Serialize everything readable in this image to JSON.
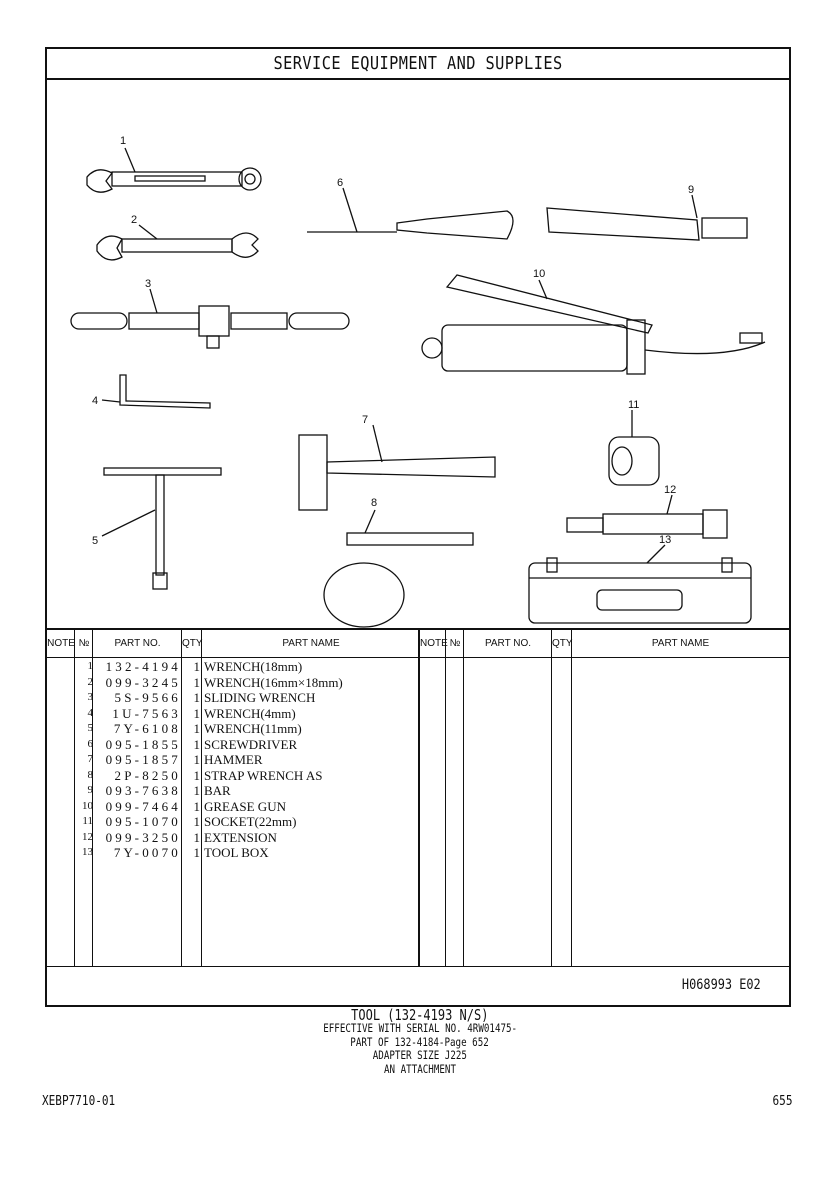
{
  "title": "SERVICE EQUIPMENT AND SUPPLIES",
  "callouts": [
    "1",
    "2",
    "3",
    "4",
    "5",
    "6",
    "7",
    "8",
    "9",
    "10",
    "11",
    "12",
    "13"
  ],
  "table": {
    "headers": {
      "note": "NOTE",
      "no": "№",
      "part_no": "PART NO.",
      "qty": "QTY",
      "part_name": "PART NAME"
    },
    "rows": [
      {
        "no": "1",
        "part_no": "132-4194",
        "qty": "1",
        "part_name": "WRENCH(18mm)"
      },
      {
        "no": "2",
        "part_no": "099-3245",
        "qty": "1",
        "part_name": "WRENCH(16mm×18mm)"
      },
      {
        "no": "3",
        "part_no": "5S-9566",
        "qty": "1",
        "part_name": "SLIDING WRENCH"
      },
      {
        "no": "4",
        "part_no": "1U-7563",
        "qty": "1",
        "part_name": "WRENCH(4mm)"
      },
      {
        "no": "5",
        "part_no": "7Y-6108",
        "qty": "1",
        "part_name": "WRENCH(11mm)"
      },
      {
        "no": "6",
        "part_no": "095-1855",
        "qty": "1",
        "part_name": "SCREWDRIVER"
      },
      {
        "no": "7",
        "part_no": "095-1857",
        "qty": "1",
        "part_name": "HAMMER"
      },
      {
        "no": "8",
        "part_no": "2P-8250",
        "qty": "1",
        "part_name": "STRAP WRENCH AS"
      },
      {
        "no": "9",
        "part_no": "093-7638",
        "qty": "1",
        "part_name": "BAR"
      },
      {
        "no": "10",
        "part_no": "099-7464",
        "qty": "1",
        "part_name": "GREASE GUN"
      },
      {
        "no": "11",
        "part_no": "095-1070",
        "qty": "1",
        "part_name": "SOCKET(22mm)"
      },
      {
        "no": "12",
        "part_no": "099-3250",
        "qty": "1",
        "part_name": "EXTENSION"
      },
      {
        "no": "13",
        "part_no": "7Y-0070",
        "qty": "1",
        "part_name": "TOOL BOX"
      }
    ]
  },
  "illustration_ref": "H068993  E02",
  "caption": {
    "title": "TOOL (132-4193 N/S)",
    "lines": [
      "EFFECTIVE WITH SERIAL NO. 4RW01475-",
      "PART OF 132-4184-Page 652",
      "ADAPTER SIZE J225",
      "AN ATTACHMENT"
    ]
  },
  "footer": {
    "doc_id": "XEBP7710-01",
    "page_number": "655"
  }
}
